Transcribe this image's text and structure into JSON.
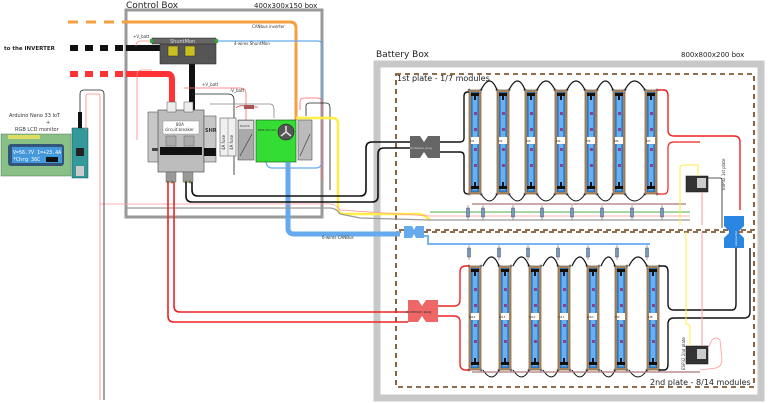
{
  "control_box": {
    "title": "Control Box",
    "size": "400x300x150 box",
    "shunt_label": "ShuntMon",
    "breaker_line1": "80A",
    "breaker_line2": "circuit breaker",
    "shr_label": "SHR",
    "fuse1_label": "4A fuse",
    "fuse2_label": "4A fuse",
    "dcdc_label": "DC/DC",
    "board_label": "BMS Monitor",
    "vbat_plus_label": "+V_batt",
    "vbat_plus_label2": "+V_batt",
    "vbat_minus_label": "-V_batt",
    "canbus_inverter_label": "CANbus inverter",
    "shunt_wires_label": "4-wires ShuntMon",
    "canbus_bms_label": "6-wires CANBus"
  },
  "inverter": {
    "label": "to the INVERTER"
  },
  "arduino": {
    "label_line1": "Arduino Nano 33 IoT",
    "label_line2": "+",
    "label_line3": "RGB LCD monitor",
    "lcd_line1": "V=56.7V I=+23.4A",
    "lcd_line2": "*Chrg  36C"
  },
  "battery_box": {
    "title": "Battery Box",
    "size": "800x800x200 box",
    "plate1_label": "1st plate - 1/7 modules",
    "plate2_label": "2nd plate - 8/14 modules",
    "plug_label": "Anderson plug",
    "plug2_label": "Anderson plug",
    "esp1_label": "ESP32 1st plate",
    "esp2_label": "ESP32 2nd plate",
    "connector_label": "connector",
    "plate1_modules": [
      "M1",
      "M2",
      "M3",
      "M4",
      "M5",
      "M6",
      "M7"
    ],
    "plate2_modules": [
      "M14",
      "M13",
      "M12",
      "M11",
      "M10",
      "M9",
      "M8"
    ]
  },
  "colors": {
    "dc_positive": "#ff3333",
    "dc_negative": "#111111",
    "canbus": "#66aaee",
    "inverter_can": "#f5a040",
    "signal": "#ffee44",
    "module_blue": "#3a8ee0",
    "board_green": "#33dd33",
    "box_border": "#c8c8c8",
    "plate_border": "#6b3d10"
  }
}
